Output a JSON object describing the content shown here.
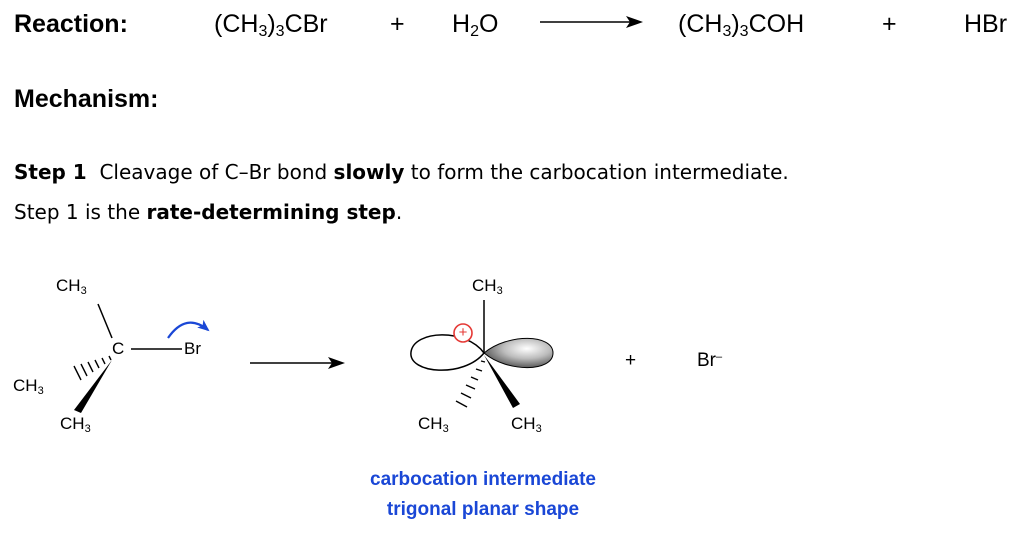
{
  "reaction": {
    "label": "Reaction:",
    "reactant1": {
      "pre": "(CH",
      "sub": "3",
      "mid": ")",
      "sub2": "3",
      "post": "CBr"
    },
    "plus1": "+",
    "reactant2": {
      "pre": "H",
      "sub": "2",
      "post": "O"
    },
    "product1": {
      "pre": "(CH",
      "sub": "3",
      "mid": ")",
      "sub2": "3",
      "post": "COH"
    },
    "plus2": "+",
    "product2": "HBr"
  },
  "mechanism": {
    "label": "Mechanism:"
  },
  "step1": {
    "line1": {
      "bold1": "Step 1",
      "text1": "  Cleavage of C–Br bond ",
      "bold2": "slowly",
      "text2": " to form the carbocation intermediate."
    },
    "line2": {
      "text1": "Step 1 is the ",
      "bold1": "rate-determining step",
      "text2": "."
    }
  },
  "diagram": {
    "reactant": {
      "ch3_top": {
        "pre": "CH",
        "sub": "3"
      },
      "ch3_left": {
        "pre": "CH",
        "sub": "3"
      },
      "ch3_bottom": {
        "pre": "CH",
        "sub": "3"
      },
      "carbon": "C",
      "bromine": "Br"
    },
    "intermediate": {
      "ch3_top": {
        "pre": "CH",
        "sub": "3"
      },
      "ch3_bottom_left": {
        "pre": "CH",
        "sub": "3"
      },
      "ch3_bottom_right": {
        "pre": "CH",
        "sub": "3"
      },
      "charge": "+"
    },
    "plus": "+",
    "bromide": {
      "pre": "Br",
      "sup": "–"
    },
    "caption_line1": "carbocation intermediate",
    "caption_line2": "trigonal planar shape"
  },
  "colors": {
    "caption": "#1a47d6",
    "arrow_curved": "#1a47d6",
    "charge": "#e53935",
    "text": "#000000"
  }
}
